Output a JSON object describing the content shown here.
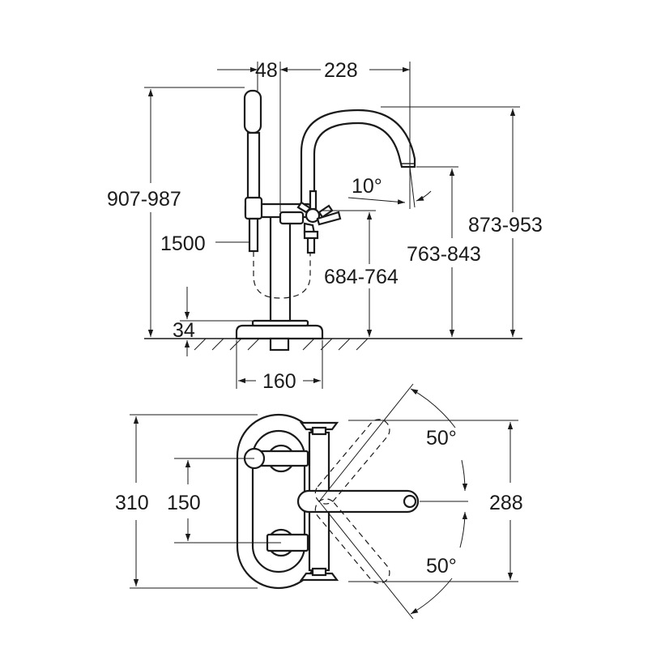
{
  "side_view": {
    "dims": {
      "d48": "48",
      "d228": "228",
      "d907_987": "907-987",
      "d10deg": "10°",
      "d1500": "1500",
      "d873_953": "873-953",
      "d763_843": "763-843",
      "d684_764": "684-764",
      "d34": "34",
      "d160": "160"
    }
  },
  "top_view": {
    "dims": {
      "d310": "310",
      "d150": "150",
      "d288": "288",
      "d50_top": "50°",
      "d50_bottom": "50°"
    }
  }
}
